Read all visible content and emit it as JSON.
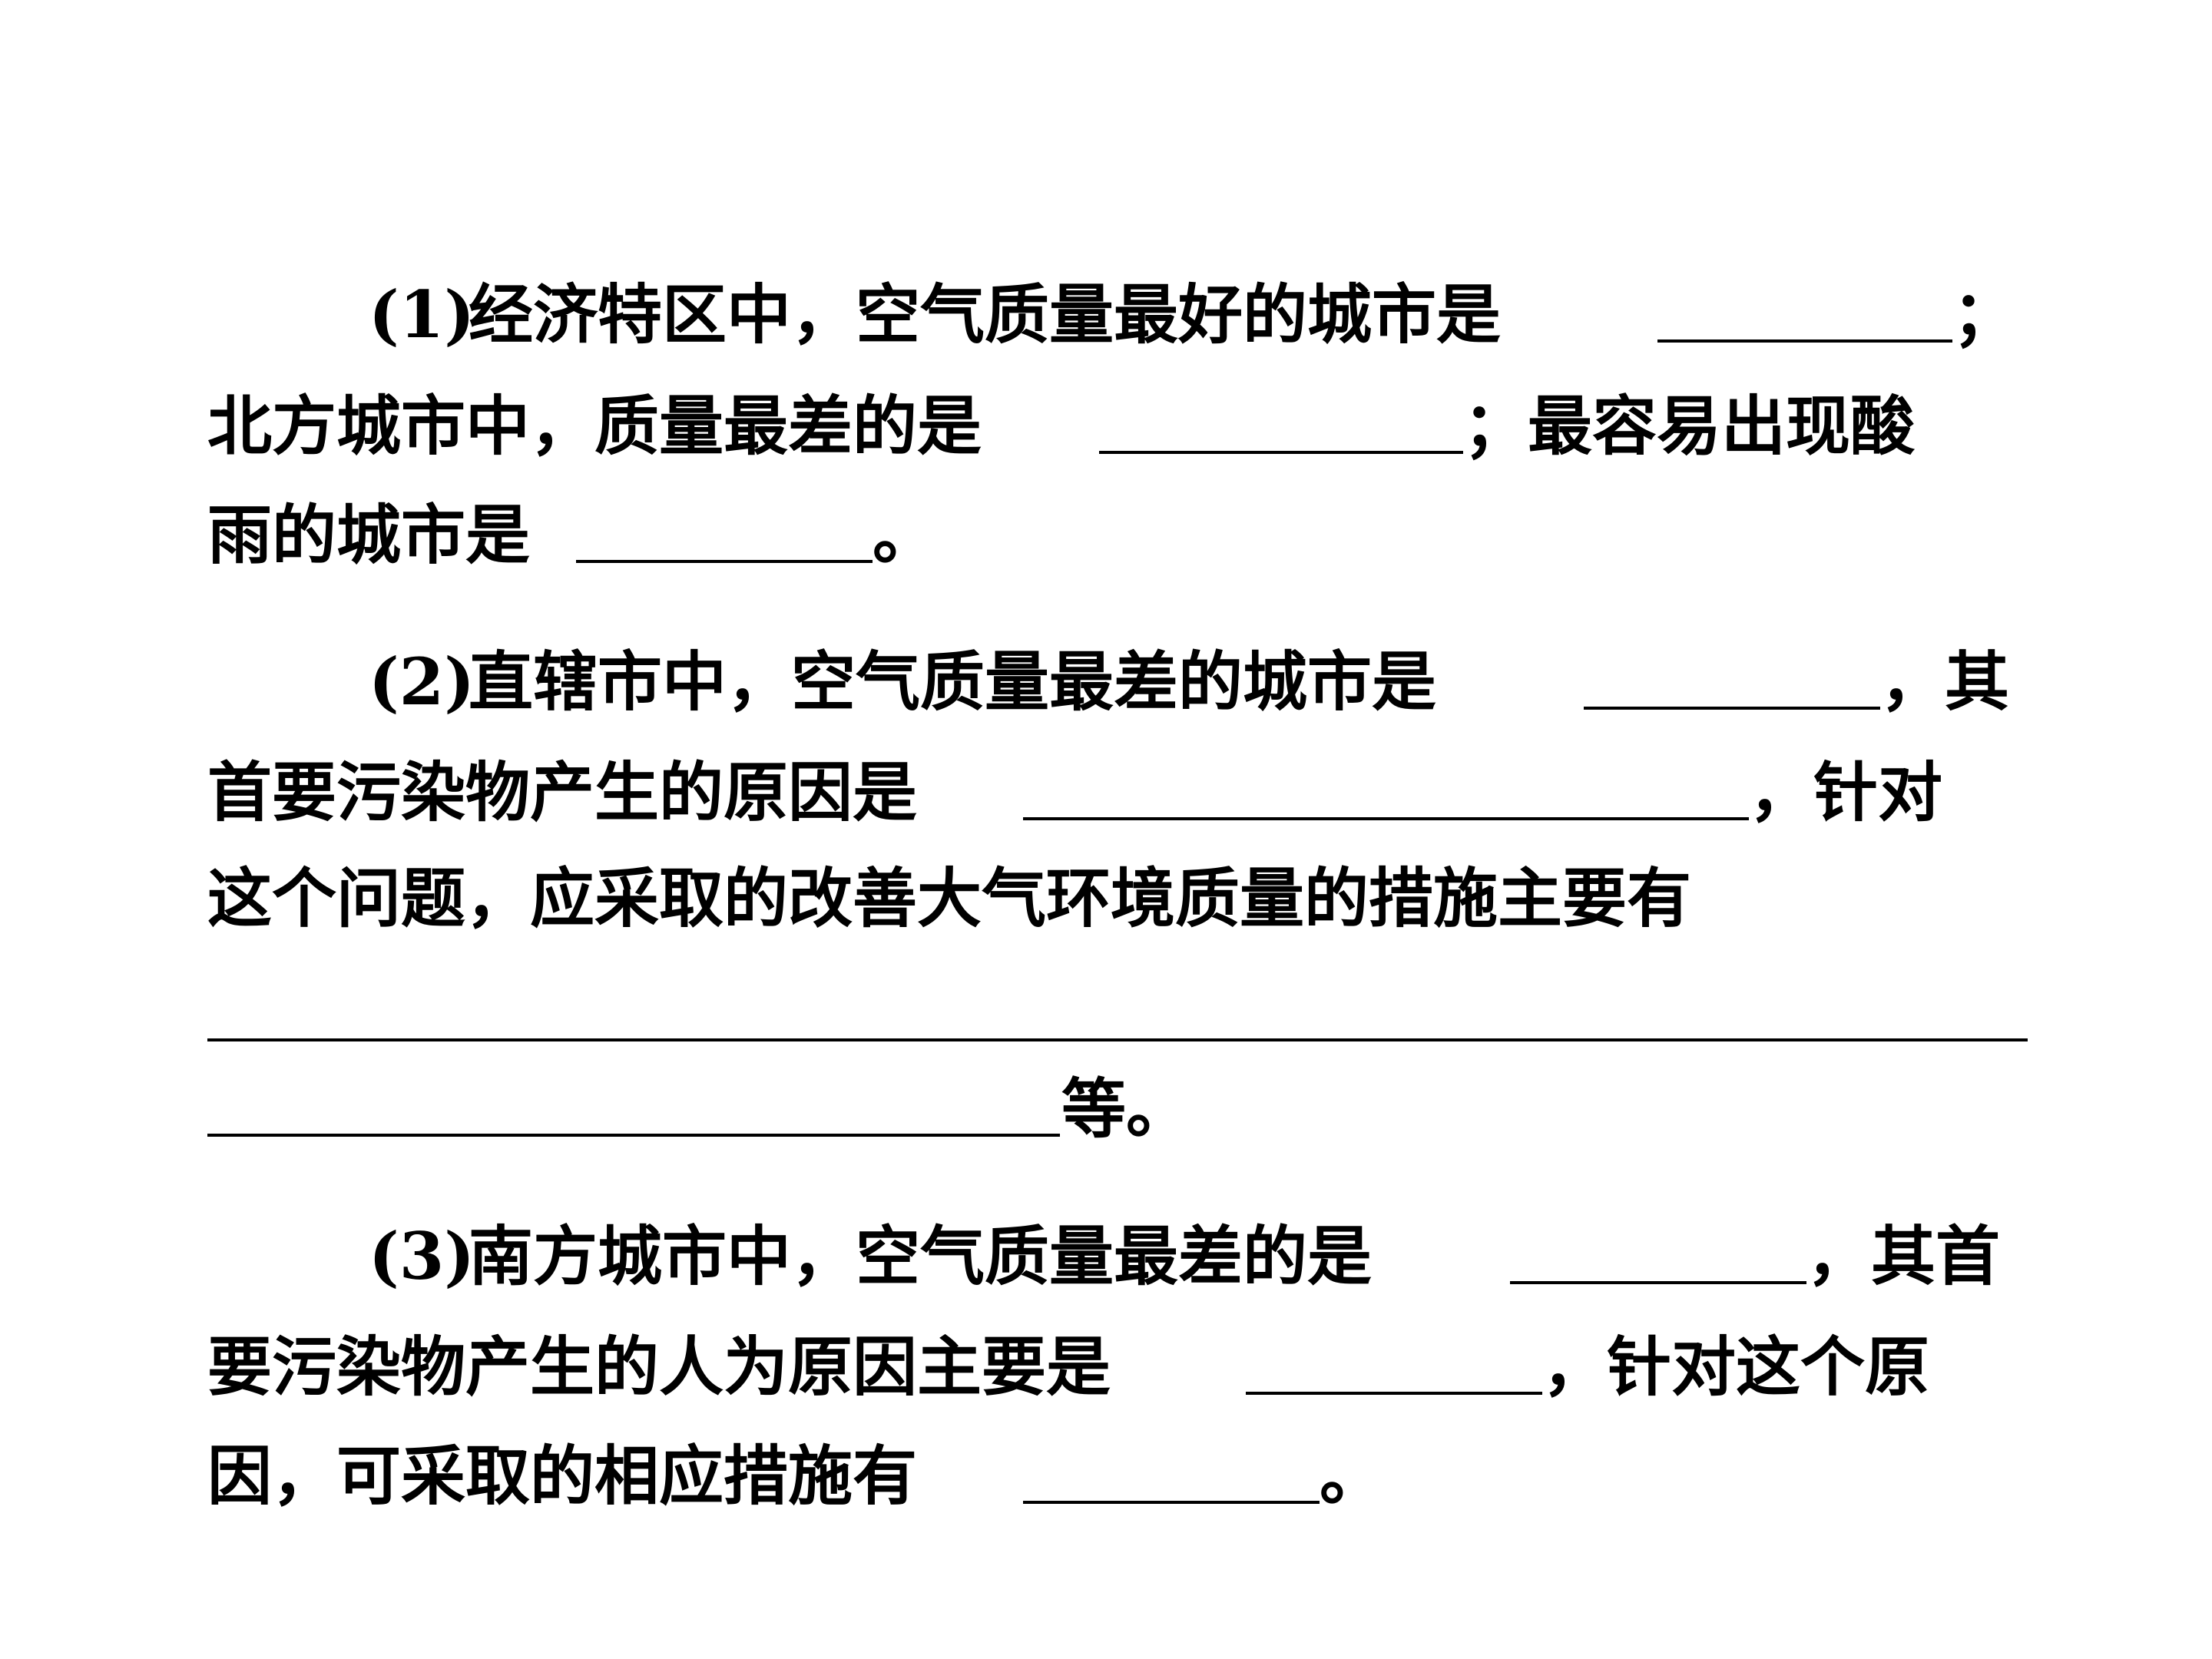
{
  "questions": [
    {
      "id": "q1",
      "segments": {
        "number": "(1)",
        "s1": "经济特区中，空气质量最好的城市是",
        "s2": "；",
        "s3": "北方城市中，质量最差的是",
        "s4": "；最容易出现酸",
        "s5": "雨的城市是",
        "s6": "。"
      }
    },
    {
      "id": "q2",
      "segments": {
        "number": "(2)",
        "s1": "直辖市中，空气质量最差的城市是",
        "s2": "，其",
        "s3": "首要污染物产生的原因是",
        "s4": "，针对",
        "s5": "这个问题，应采取的改善大气环境质量的措施主要有",
        "s6": "等。"
      }
    },
    {
      "id": "q3",
      "segments": {
        "number": "(3)",
        "s1": "南方城市中，空气质量最差的是",
        "s2": "，其首",
        "s3": "要污染物产生的人为原因主要是",
        "s4": "，针对这个原",
        "s5": "因，可采取的相应措施有",
        "s6": "。"
      }
    }
  ]
}
